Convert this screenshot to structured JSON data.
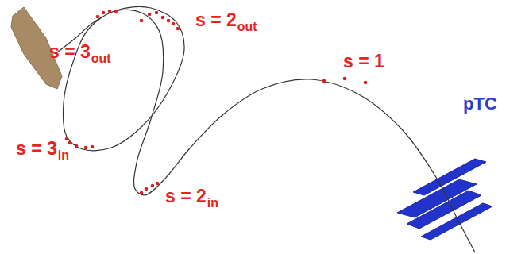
{
  "diagram": {
    "labels": [
      "s = 1",
      "s = 2",
      "out",
      "s = 3",
      "out",
      "s = 3",
      "in",
      "s = 2",
      "in",
      "pTC"
    ]
  }
}
